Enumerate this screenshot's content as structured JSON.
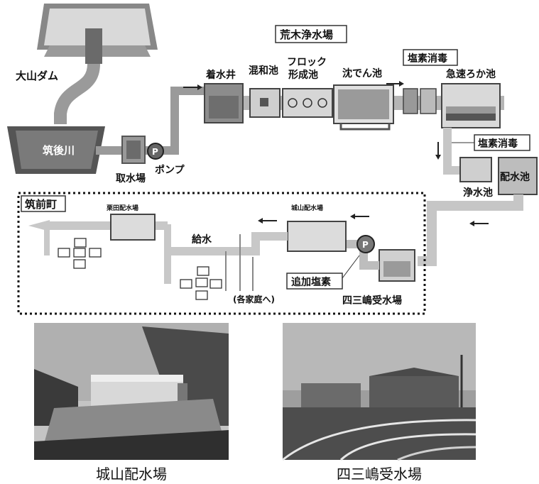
{
  "plant_title": "荒木浄水場",
  "labels": {
    "dam": "大山ダム",
    "river": "筑後川",
    "intake": "取水場",
    "pump": "ポンプ",
    "pump_symbol": "P",
    "receiving_well": "着水井",
    "mixing_basin": "混和池",
    "floc_basin_line1": "フロック",
    "floc_basin_line2": "形成池",
    "sedimentation": "沈でん池",
    "chlorine1": "塩素消毒",
    "rapid_filter": "急速ろか池",
    "chlorine2": "塩素消毒",
    "clear_well": "浄水池",
    "distribution_pond": "配水池",
    "town": "筑前町",
    "kurita": "栗田配水場",
    "jouyama": "城山配水場",
    "supply": "給水",
    "homes": "(各家庭へ)",
    "extra_chlorine": "追加塩素",
    "yotsu": "四三嶋受水場"
  },
  "captions": {
    "left": "城山配水場",
    "right": "四三嶋受水場"
  },
  "colors": {
    "pipe": "#a9a9a9",
    "pipe_light": "#c8c8c8",
    "tank": "#bdbdbd",
    "dark": "#555555"
  }
}
